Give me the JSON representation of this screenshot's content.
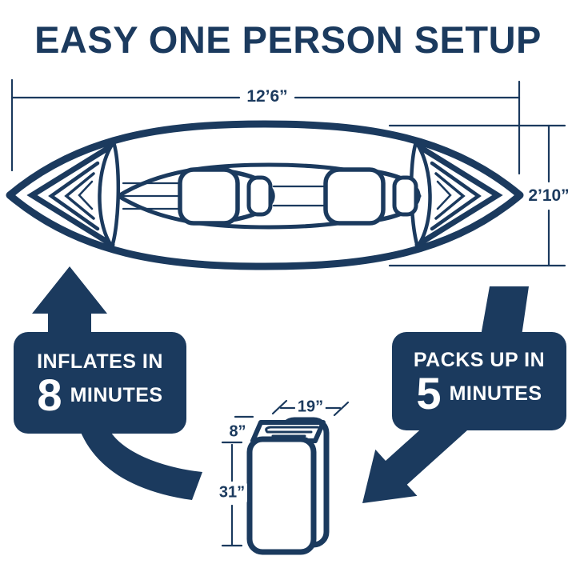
{
  "title": "EASY ONE PERSON SETUP",
  "colors": {
    "navy": "#1b3a5e",
    "background": "#ffffff"
  },
  "kayak_diagram": {
    "length_label": "12’6”",
    "width_label": "2’10”"
  },
  "packed_diagram": {
    "width_label": "19”",
    "depth_label": "8”",
    "height_label": "31”"
  },
  "callouts": {
    "inflate": {
      "heading": "INFLATES IN",
      "number": "8",
      "unit": "MINUTES"
    },
    "pack": {
      "heading": "PACKS UP IN",
      "number": "5",
      "unit": "MINUTES"
    }
  }
}
